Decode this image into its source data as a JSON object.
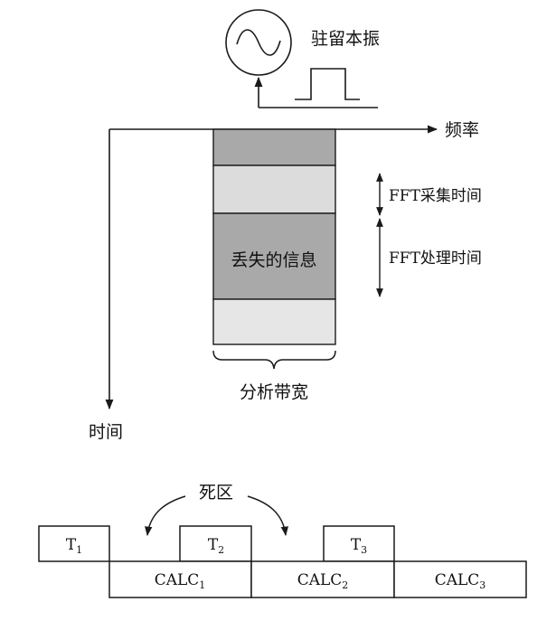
{
  "oscillator": {
    "label": "驻留本振",
    "icon": "sine-wave-icon"
  },
  "axes": {
    "frequency_label": "频率",
    "time_label": "时间"
  },
  "fft": {
    "acquire_label": "FFT采集时间",
    "process_label": "FFT处理时间",
    "lost_info_label": "丢失的信息",
    "bandwidth_label": "分析带宽"
  },
  "dead_zone": {
    "label": "死区"
  },
  "timing": {
    "acquisitions": [
      {
        "base": "T",
        "sub": "1"
      },
      {
        "base": "T",
        "sub": "2"
      },
      {
        "base": "T",
        "sub": "3"
      }
    ],
    "calculations": [
      {
        "base": "CALC",
        "sub": "1"
      },
      {
        "base": "CALC",
        "sub": "2"
      },
      {
        "base": "CALC",
        "sub": "3"
      }
    ]
  },
  "colors": {
    "line": "#1a1a1a",
    "band_dark": "#a9a9a9",
    "band_light": "#dcdcdc",
    "band_lighter": "#e6e6e6"
  }
}
